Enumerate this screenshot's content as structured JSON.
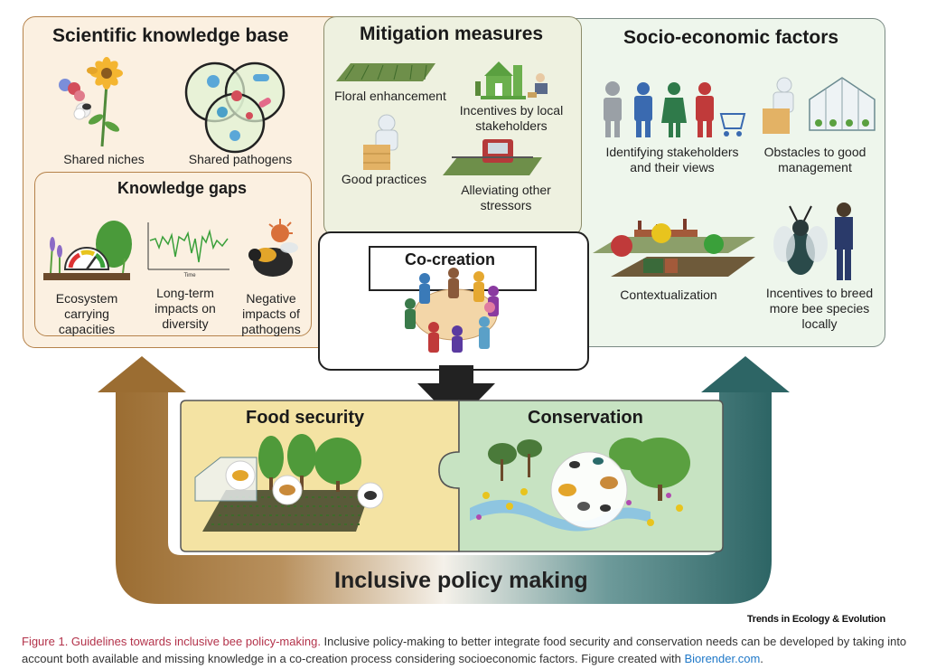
{
  "scientific": {
    "title": "Scientific knowledge base",
    "shared_niches": "Shared niches",
    "shared_pathogens": "Shared pathogens"
  },
  "gaps": {
    "title": "Knowledge gaps",
    "ecosystem": "Ecosystem carrying capacities",
    "longterm": "Long-term impacts on diversity",
    "negative": "Negative impacts of pathogens",
    "chart_time": "Time"
  },
  "mitigation": {
    "title": "Mitigation measures",
    "floral": "Floral enhancement",
    "incentives": "Incentives by local stakeholders",
    "good_practices": "Good practices",
    "alleviating": "Alleviating other stressors"
  },
  "socio": {
    "title": "Socio-economic factors",
    "identifying": "Identifying stakeholders and their views",
    "obstacles": "Obstacles to good management",
    "contextualization": "Contextualization",
    "breed": "Incentives to breed more bee species locally"
  },
  "cocreation": {
    "title": "Co-creation"
  },
  "food": {
    "title": "Food security"
  },
  "conservation": {
    "title": "Conservation"
  },
  "policy": {
    "title": "Inclusive policy making"
  },
  "journal": "Trends in Ecology & Evolution",
  "caption": {
    "figure_title": "Figure 1. Guidelines towards inclusive bee policy-making.",
    "body": " Inclusive policy-making to better integrate food security and conservation needs can be developed by taking into account both available and missing knowledge in a co-creation process considering socioeconomic factors. Figure created with ",
    "link": "Biorender.com",
    "end": "."
  },
  "colors": {
    "scientific_bg": "#fbf0e1",
    "scientific_border": "#b5824a",
    "mitigation_bg": "#eef1e0",
    "socio_bg": "#eef6ec",
    "food_bg": "#f4e3a3",
    "conservation_bg": "#c7e3c2",
    "arrow_left": "#9b6d32",
    "arrow_right": "#2d6565",
    "caption_title": "#b3324a",
    "link": "#1f78c8"
  }
}
